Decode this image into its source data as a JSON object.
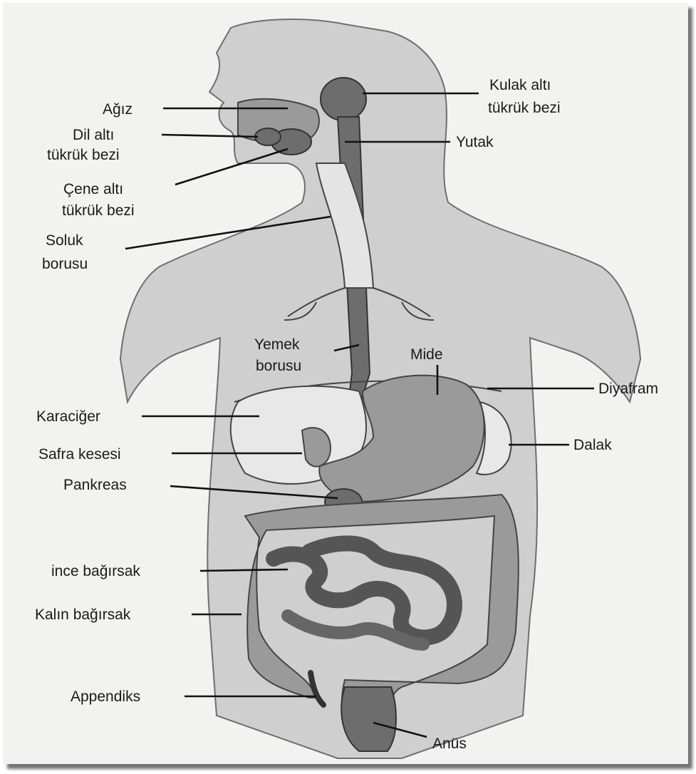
{
  "labels": {
    "agiz": "Ağız",
    "dil_alti_1": "Dil altı",
    "dil_alti_2": "tükrük bezi",
    "cene_alti_1": "Çene altı",
    "cene_alti_2": "tükrük bezi",
    "soluk_1": "Soluk",
    "soluk_2": "borusu",
    "kulak_alti_1": "Kulak altı",
    "kulak_alti_2": "tükrük bezi",
    "yutak": "Yutak",
    "yemek_1": "Yemek",
    "yemek_2": "borusu",
    "mide": "Mide",
    "diyafram": "Diyafram",
    "karaciger": "Karaciğer",
    "dalak": "Dalak",
    "safra": "Safra kesesi",
    "pankreas": "Pankreas",
    "ince": "ince bağırsak",
    "kalin": "Kalın bağırsak",
    "appendiks": "Appendiks",
    "anus": "Anüs"
  },
  "colors": {
    "background": "#f2f2f0",
    "body_fill": "#cfcfcf",
    "organ_fill": "#9a9a9a",
    "text": "#1a1a1a"
  }
}
